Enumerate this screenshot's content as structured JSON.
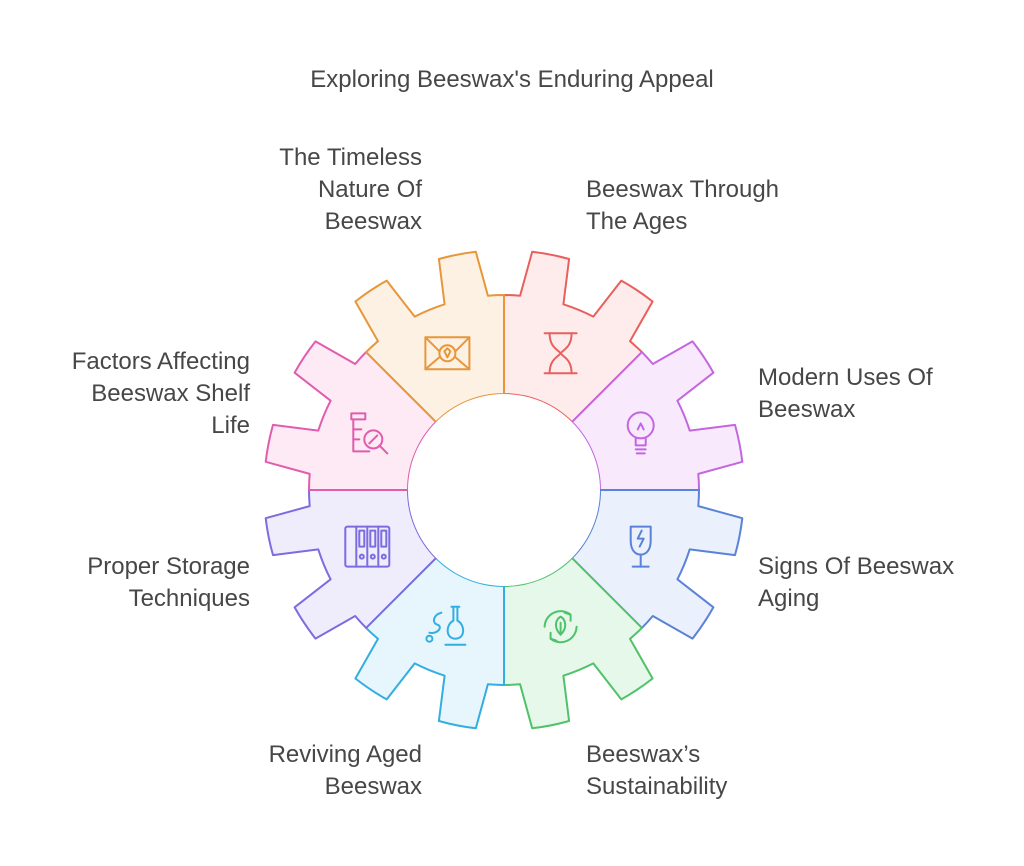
{
  "title": "Exploring Beeswax's Enduring Appeal",
  "segments": [
    {
      "label": "Beeswax Through\nThe Ages",
      "icon": "hourglass-icon",
      "stroke": "#e8605e",
      "fill": "#fdeceb"
    },
    {
      "label": "Modern Uses Of\nBeeswax",
      "icon": "lightbulb-icon",
      "stroke": "#c466e0",
      "fill": "#f8eafc"
    },
    {
      "label": "Signs Of Beeswax\nAging",
      "icon": "broken-glass-icon",
      "stroke": "#5a82d8",
      "fill": "#eaf0fc"
    },
    {
      "label": "Beeswax’s\nSustainability",
      "icon": "recycle-leaf-icon",
      "stroke": "#4fc26a",
      "fill": "#e6f8ea"
    },
    {
      "label": "Reviving Aged\nBeeswax",
      "icon": "flask-icon",
      "stroke": "#32aee0",
      "fill": "#e7f6fc"
    },
    {
      "label": "Proper Storage\nTechniques",
      "icon": "storage-cabinet-icon",
      "stroke": "#7b6ce0",
      "fill": "#efedfc"
    },
    {
      "label": "Factors Affecting\nBeeswax Shelf\nLife",
      "icon": "lab-analysis-icon",
      "stroke": "#e25cae",
      "fill": "#fdeaf4"
    },
    {
      "label": "The Timeless\nNature Of\nBeeswax",
      "icon": "envelope-icon",
      "stroke": "#e8963a",
      "fill": "#fdf1e4"
    }
  ]
}
